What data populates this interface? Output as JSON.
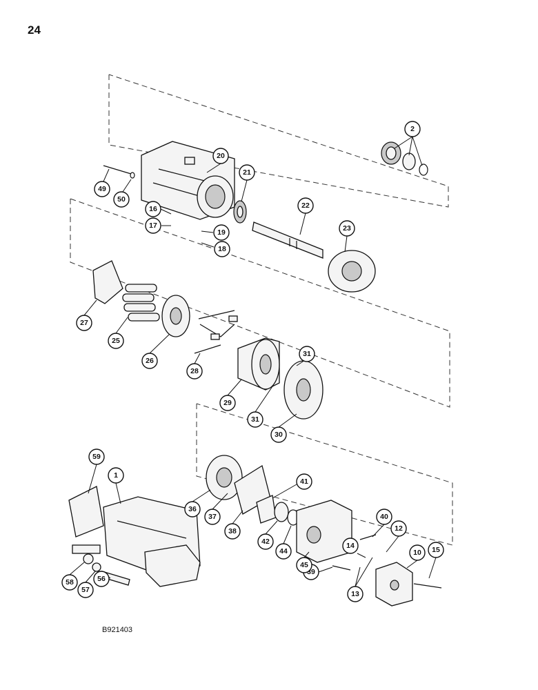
{
  "page": {
    "number": "24",
    "code": "B921403"
  },
  "callouts": [
    "1",
    "2",
    "10",
    "12",
    "13",
    "14",
    "15",
    "16",
    "17",
    "18",
    "19",
    "20",
    "21",
    "22",
    "23",
    "25",
    "26",
    "27",
    "28",
    "29",
    "30",
    "31",
    "31",
    "36",
    "37",
    "38",
    "39",
    "40",
    "41",
    "42",
    "44",
    "45",
    "49",
    "50",
    "56",
    "57",
    "58",
    "59"
  ]
}
